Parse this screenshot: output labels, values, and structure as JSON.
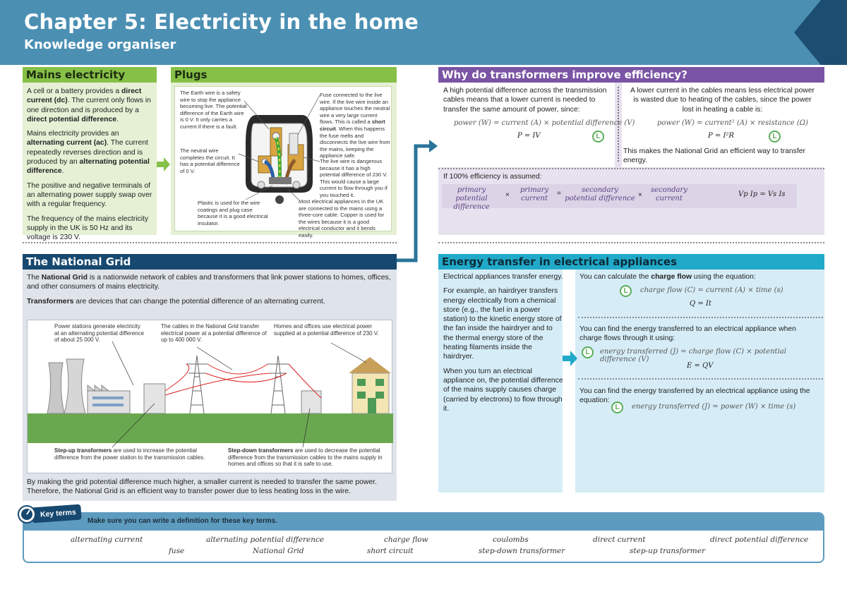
{
  "header": {
    "title": "Chapter 5: Electricity in the home",
    "subtitle": "Knowledge organiser"
  },
  "mains": {
    "title": "Mains electricity",
    "p1": [
      "A cell or a battery provides a ",
      "direct current (dc)",
      ". The current only flows in one direction and is produced by a ",
      "direct potential difference",
      "."
    ],
    "p2": [
      "Mains electricity provides an ",
      "alternating current (ac)",
      ". The current repeatedly reverses direction and is produced by an ",
      "alternating potential difference",
      "."
    ],
    "p3": "The positive and negative terminals of an alternating power supply swap over with a regular frequency.",
    "p4": "The frequency of the mains electricity supply in the UK is 50 Hz and its voltage is 230 V."
  },
  "plugs": {
    "title": "Plugs",
    "earth": "The Earth wire is a safety wire to stop the appliance becoming live. The potential difference of the Earth wire is 0 V. It only carries a current if there is a fault.",
    "neutral": "The neutral wire completes the circuit. It has a potential difference of 0 V.",
    "plastic": "Plastic is used for the wire coatings and plug case because it is a good electrical insulator.",
    "fuse_a": "Fuse connected to the live wire. If the live wire inside an appliance touches the neutral wire a very large current flows. This is called a ",
    "fuse_b": "short circuit",
    "fuse_c": ". When this happens the fuse melts and disconnects the live wire from the mains, keeping the appliance safe.",
    "live": "The live wire is dangerous because it has a high potential difference of 230 V. This would cause a large current to flow through you if you touched it.",
    "most": "Most electrical appliances in the UK are connected to the mains using a three-core cable. Copper is used for the wires because it is a good electrical conductor and it bends easily."
  },
  "grid": {
    "title": "The National Grid",
    "p1": [
      "The ",
      "National Grid",
      " is a nationwide network of cables and transformers that link power stations to homes, offices, and other consumers of mains electricity."
    ],
    "p2": [
      "Transformers",
      " are devices that can change the potential difference of an alternating current."
    ],
    "lab1": "Power stations generate electricity at an alternating potential difference of about 25 000 V.",
    "lab2": "The cables in the National Grid transfer electrical power at a potential difference of up to 400 000 V.",
    "lab3": "Homes and offices use electrical power supplied at a potential difference of 230 V.",
    "up": [
      "Step-up transformers",
      " are used to increase the potential difference from the power station to the transmission cables."
    ],
    "down": [
      "Step-down transformers",
      " are used to decrease the potential difference from the transmission cables to the mains supply in homes and offices so that it is safe to use."
    ],
    "p3": "By making the grid potential difference much higher, a smaller current is needed to transfer the same power. Therefore, the National Grid is an efficient way to transfer power due to less heating loss in the wire."
  },
  "transformers": {
    "title": "Why do transformers improve efficiency?",
    "left": "A high potential difference across the transmission cables means that a lower current is needed to transfer the same amount of power, since:",
    "left_eq": "power (W) = current (A) × potential difference (V)",
    "left_sym": "P = IV",
    "right": "A lower current in the cables means less electrical power is wasted due to heating of the cables, since the power lost in heating a cable is:",
    "right_eq": "power (W) = current² (A) × resistance (Ω)",
    "right_sym": "P = I²R",
    "after": "This makes the National Grid an efficient way to transfer energy.",
    "assume": "If 100% efficiency is assumed:",
    "t1": "primary potential difference",
    "x1": "×",
    "t2": "primary current",
    "eqs": "=",
    "t3": "secondary potential difference",
    "x2": "×",
    "t4": "secondary current",
    "sym": "Vp Ip = Vs Is"
  },
  "energy": {
    "title": "Energy transfer in electrical appliances",
    "l1": "Electrical appliances transfer energy.",
    "l2": "For example, an hairdryer transfers energy electrically from a chemical store (e.g., the fuel in a power station) to the kinetic energy store of the fan inside the hairdryer and to the thermal energy store of the heating filaments inside the hairdryer.",
    "l3": "When you turn an electrical appliance on, the potential difference of the mains supply causes charge (carried by electrons) to flow through it.",
    "r1": [
      "You can calculate the ",
      "charge flow",
      " using the equation:"
    ],
    "r1_eq": "charge flow (C) = current (A) × time (s)",
    "r1_sym": "Q = It",
    "r2": "You can find the energy transferred to an electrical appliance when charge flows through it using:",
    "r2_eq": "energy transferred (J) = charge flow (C) × potential difference (V)",
    "r2_sym": "E = QV",
    "r3": "You can find the energy transferred by an electrical appliance using the equation:",
    "r3_eq": "energy transferred (J) = power (W) × time (s)"
  },
  "icons": {
    "learn": "L"
  },
  "keyterms": {
    "tag": "Key terms",
    "instruction": "Make sure you can write a definition for these key terms.",
    "row1": [
      "alternating current",
      "alternating potential difference",
      "charge flow",
      "coulombs",
      "direct current",
      "direct potential difference"
    ],
    "row2": [
      "fuse",
      "National Grid",
      "short circuit",
      "step-down transformer",
      "step-up transformer"
    ]
  },
  "colors": {
    "header": "#4b8fb3",
    "mains_bg": "#e5f0d5",
    "mains_title": "#86c047",
    "grid_title": "#17486f",
    "grid_bg": "#dfe3ea",
    "trans_title": "#7a54a4",
    "trans_bg": "#e7e2ef",
    "energy_title": "#21a9c9",
    "energy_bg": "#d6edf7",
    "arrow": "#2a7499",
    "green": "#86c047",
    "key": "#5d9bbf"
  }
}
